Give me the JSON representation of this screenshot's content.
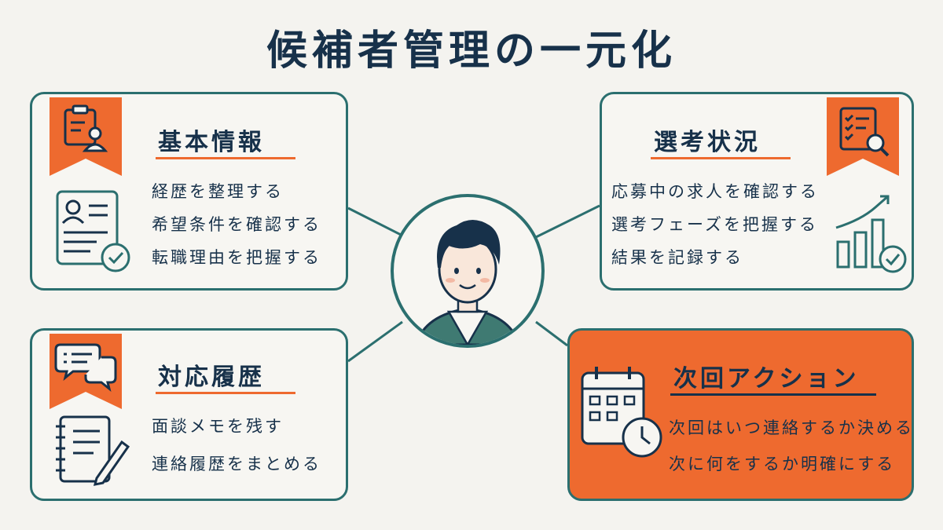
{
  "title": "候補者管理の一元化",
  "cards": {
    "basic": {
      "title": "基本情報",
      "items": [
        "経歴を整理する",
        "希望条件を確認する",
        "転職理由を把握する"
      ]
    },
    "selection": {
      "title": "選考状況",
      "items": [
        "応募中の求人を確認する",
        "選考フェーズを把握する",
        "結果を記録する"
      ]
    },
    "history": {
      "title": "対応履歴",
      "items": [
        "面談メモを残す",
        "連絡履歴をまとめる"
      ]
    },
    "next": {
      "title": "次回アクション",
      "items": [
        "次回はいつ連絡するか決める",
        "次に何をするか明確にする"
      ]
    }
  },
  "colors": {
    "accent": "#ee6a2f",
    "border": "#2b6f6f",
    "text": "#17314a",
    "background": "#f4f3ef"
  },
  "icons": {
    "basic_ribbon": "clipboard-person-icon",
    "basic_main": "profile-card-check-icon",
    "selection_ribbon": "checklist-magnifier-icon",
    "selection_main": "bar-chart-check-icon",
    "history_ribbon": "chat-bubbles-icon",
    "history_main": "notepad-pencil-icon",
    "next_main": "calendar-clock-icon",
    "center": "candidate-avatar-icon"
  }
}
